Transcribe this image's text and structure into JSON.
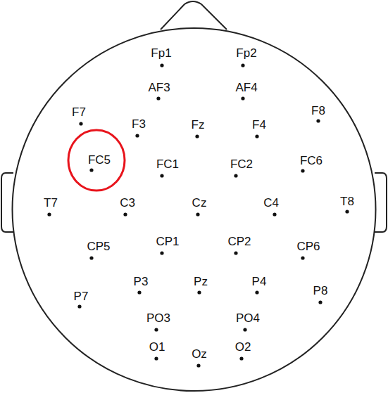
{
  "diagram": {
    "nodes": [
      {
        "text": [
          "FC5"
        ]
      }
    ],
    "labels": [
      "Fp1",
      "Fp2",
      "AF3",
      "AF4",
      "F7",
      "F3",
      "Fz",
      "F4",
      "F8",
      "FC1",
      "FC2",
      "FC6",
      "T7",
      "C3",
      "Cz",
      "C4",
      "T8",
      "CP5",
      "CP1",
      "CP2",
      "CP6",
      "P7",
      "P3",
      "Pz",
      "P4",
      "P8",
      "PO3",
      "PO4",
      "O1",
      "Oz",
      "O2"
    ]
  }
}
